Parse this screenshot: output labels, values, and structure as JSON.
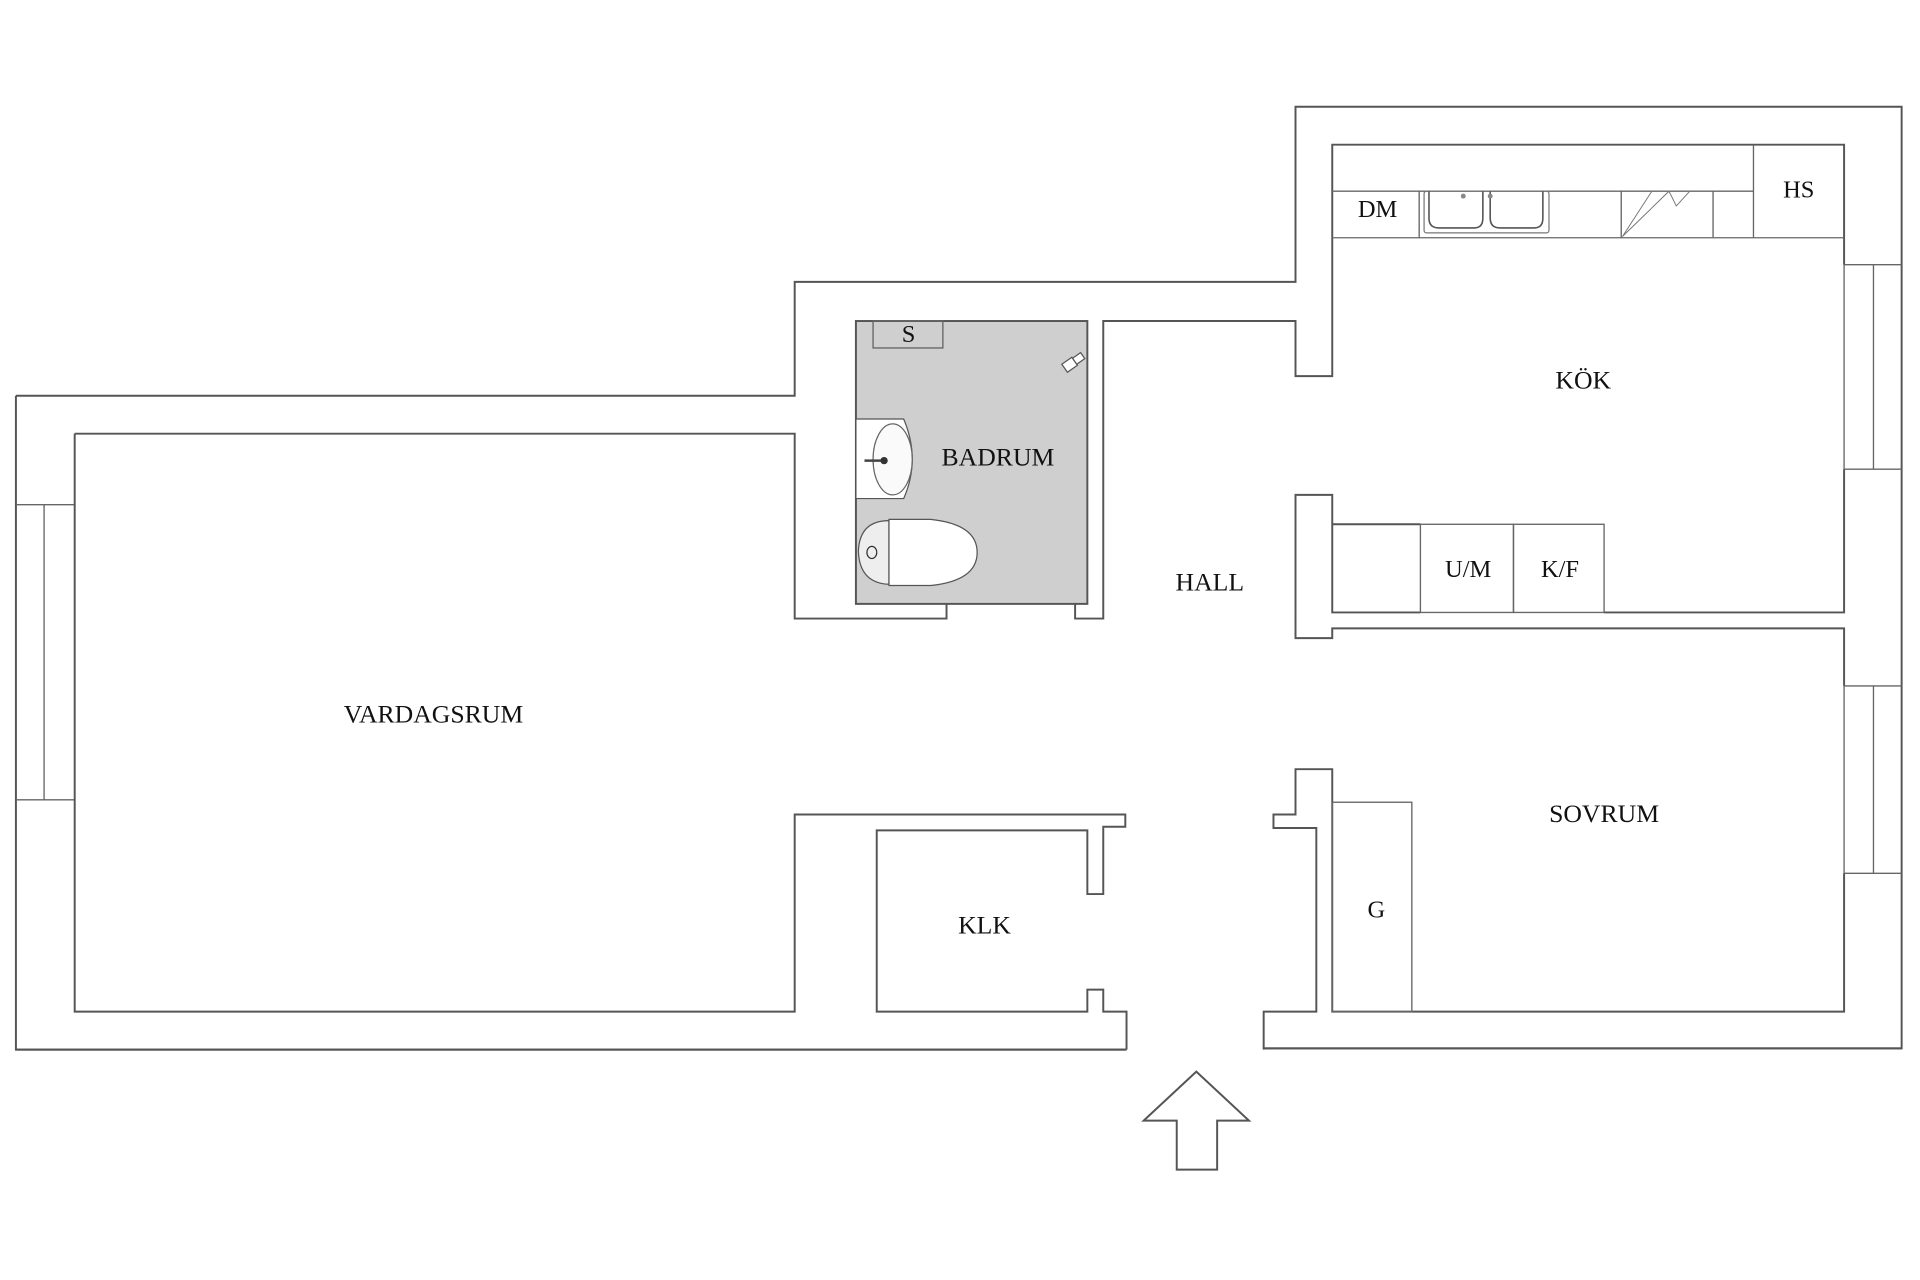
{
  "plan": {
    "rooms": [
      {
        "id": "vardagsrum",
        "label": "VARDAGSRUM"
      },
      {
        "id": "badrum",
        "label": "BADRUM"
      },
      {
        "id": "hall",
        "label": "HALL"
      },
      {
        "id": "kok",
        "label": "KÖK"
      },
      {
        "id": "sovrum",
        "label": "SOVRUM"
      },
      {
        "id": "klk",
        "label": "KLK"
      }
    ],
    "fixtures": [
      {
        "id": "dm",
        "label": "DM"
      },
      {
        "id": "hs",
        "label": "HS"
      },
      {
        "id": "um",
        "label": "U/M"
      },
      {
        "id": "kf",
        "label": "K/F"
      },
      {
        "id": "s",
        "label": "S"
      },
      {
        "id": "g",
        "label": "G"
      }
    ],
    "icons": [
      "entrance-arrow-icon",
      "sink-icon",
      "toilet-icon",
      "shower-icon",
      "double-sink-icon",
      "stove-icon"
    ],
    "colors": {
      "wall": "#555555",
      "bathroom_floor": "#cfcfcf",
      "background": "#ffffff"
    }
  }
}
